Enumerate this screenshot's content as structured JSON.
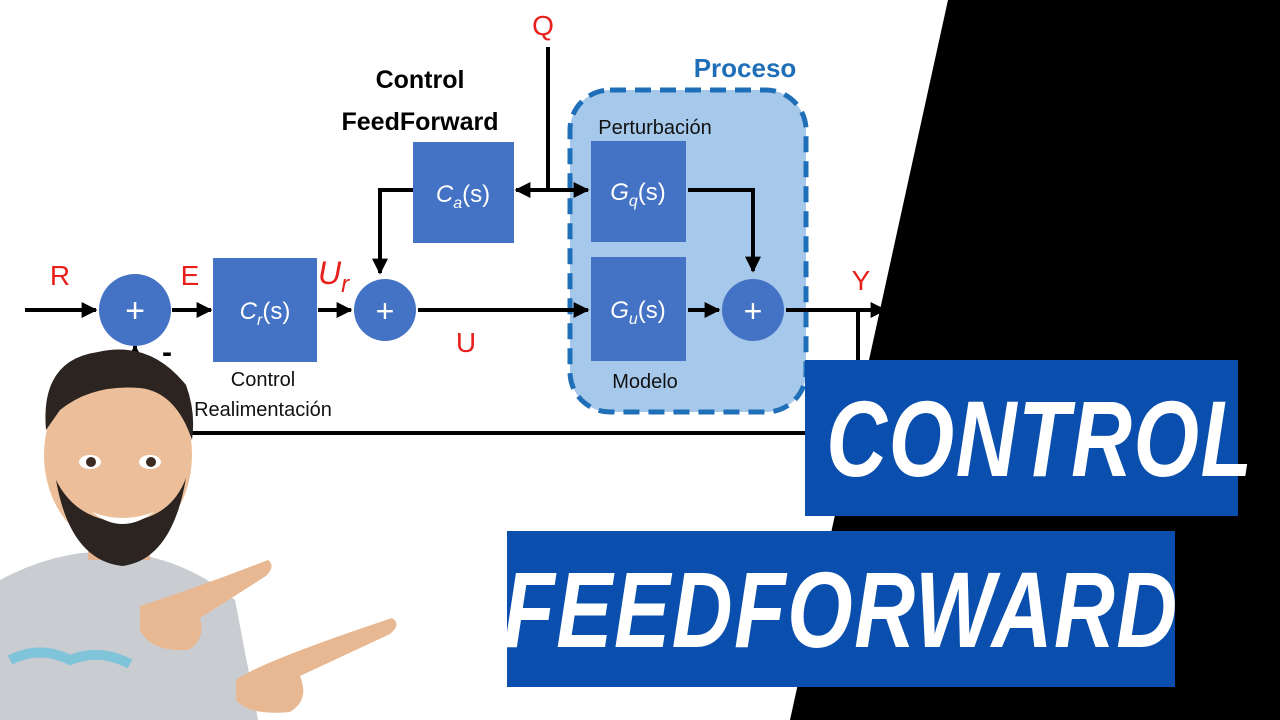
{
  "diagram": {
    "signals": {
      "R": "R",
      "E": "E",
      "Ur": "U",
      "Ur_sub": "r",
      "U": "U",
      "Q": "Q",
      "Y": "Y",
      "minus": "-"
    },
    "labels": {
      "ff_line1": "Control",
      "ff_line2": "FeedForward",
      "fb_line1": "Control",
      "fb_line2": "Realimentación",
      "proceso": "Proceso",
      "perturbacion": "Perturbación",
      "modelo": "Modelo"
    },
    "blocks": {
      "ca": {
        "sym": "C",
        "sub": "a",
        "arg": "(s)"
      },
      "cr": {
        "sym": "C",
        "sub": "r",
        "arg": "(s)"
      },
      "gq": {
        "sym": "G",
        "sub": "q",
        "arg": "(s)"
      },
      "gu": {
        "sym": "G",
        "sub": "u",
        "arg": "(s)"
      }
    },
    "sum_symbol": "+"
  },
  "banners": {
    "line1": "CONTROL",
    "line2": "FEEDFORWARD"
  },
  "colors": {
    "block_fill": "#4472c4",
    "signal_red": "#e8201c",
    "process_fill": "#a6c8eb",
    "process_border": "#1f6fb8",
    "banner_fill": "#0b4fae",
    "black_panel": "#000000"
  }
}
